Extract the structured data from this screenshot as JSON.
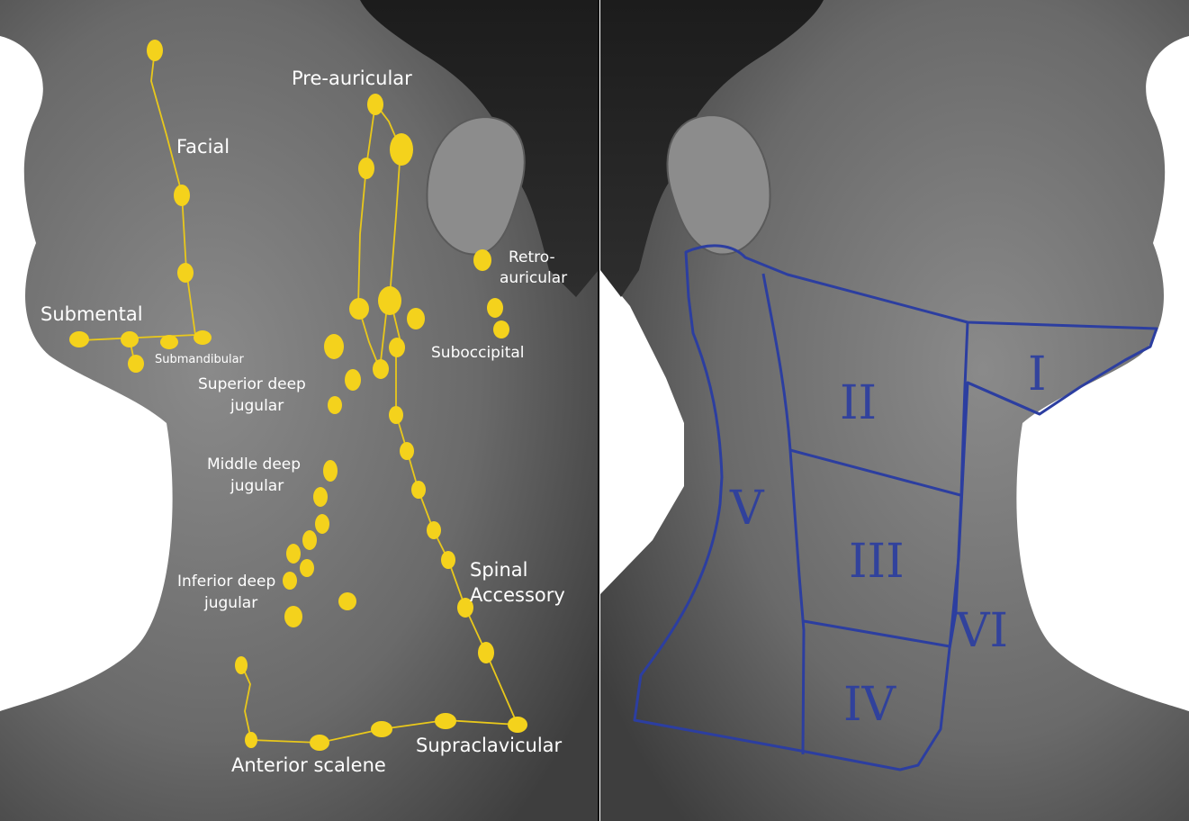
{
  "left_panel": {
    "labels": {
      "facial": "Facial",
      "pre_auricular": "Pre-auricular",
      "retro_auricular_1": "Retro-",
      "retro_auricular_2": "auricular",
      "submental": "Submental",
      "submandibular": "Submandibular",
      "suboccipital": "Suboccipital",
      "superior_deep_jugular_1": "Superior deep",
      "superior_deep_jugular_2": "jugular",
      "middle_deep_jugular_1": "Middle deep",
      "middle_deep_jugular_2": "jugular",
      "inferior_deep_jugular_1": "Inferior deep",
      "inferior_deep_jugular_2": "jugular",
      "spinal_accessory_1": "Spinal",
      "spinal_accessory_2": "Accessory",
      "supraclavicular": "Supraclavicular",
      "anterior_scalene": "Anterior scalene"
    }
  },
  "right_panel": {
    "levels": {
      "level_1": "I",
      "level_2": "II",
      "level_3": "III",
      "level_4": "IV",
      "level_5": "V",
      "level_6": "VI"
    }
  },
  "colors": {
    "node": "#f4d21c",
    "zone_outline": "#2c3ea0",
    "label": "#ffffff"
  }
}
